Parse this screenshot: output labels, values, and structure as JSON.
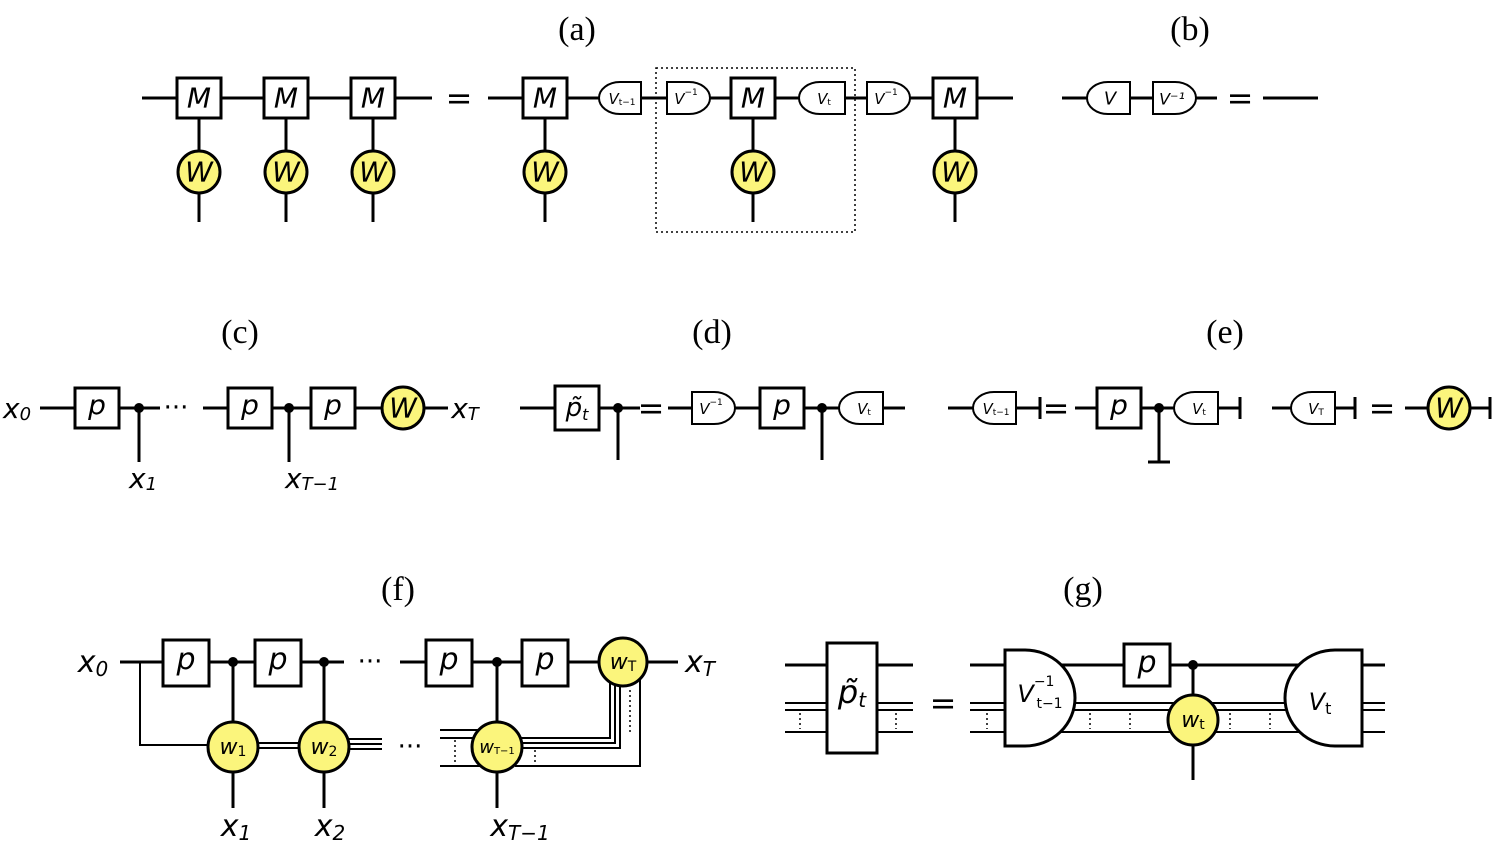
{
  "panels": {
    "a": "(a)",
    "b": "(b)",
    "c": "(c)",
    "d": "(d)",
    "e": "(e)",
    "f": "(f)",
    "g": "(g)"
  },
  "symbols": {
    "M": "M",
    "W": "W",
    "p": "p",
    "p_tilde": "p̃",
    "V": "V",
    "V_inv": "V⁻¹",
    "V_t_minus_1": "V",
    "V_t": "V",
    "V_T": "V",
    "x0": "x",
    "xT": "x",
    "x1": "x",
    "x2": "x",
    "xT_minus_1": "x",
    "w": "w"
  },
  "subscripts": {
    "t": "t",
    "t_minus_1": "t−1",
    "T": "T",
    "T_minus_1": "T−1",
    "zero": "0",
    "one": "1",
    "two": "2"
  },
  "superscripts": {
    "inverse": "−1"
  },
  "operators": {
    "equals": "=",
    "ellipsis": "···"
  },
  "colors": {
    "node_fill": "#fbf57c",
    "line": "#000000"
  }
}
